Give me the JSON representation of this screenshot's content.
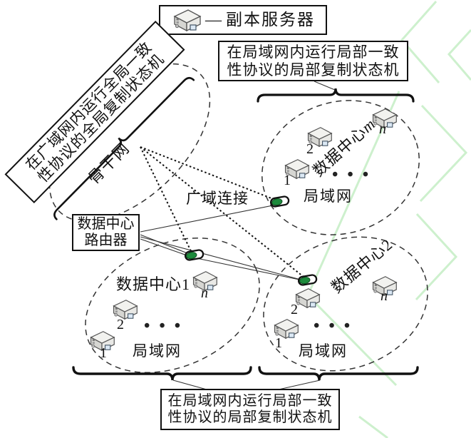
{
  "legend": {
    "dash": "—",
    "label": "副本服务器",
    "icon": "server-icon"
  },
  "boxes": {
    "lan_box_top": {
      "line1": "在局域网内运行局部一致",
      "line2": "性协议的局部复制状态机"
    },
    "lan_box_bottom": {
      "line1": "在局域网内运行局部一致",
      "line2": "性协议的局部复制状态机"
    },
    "wan_box": {
      "line1": "在广域网内运行全局一致",
      "line2": "性协议的全局复制状态机"
    },
    "router_box": {
      "line1": "数据中心",
      "line2": "路由器"
    }
  },
  "labels": {
    "backbone": "骨干网",
    "wan_link": "广域连接",
    "lan": "局域网",
    "dots": "•••",
    "dc_title_prefix": "数据中心",
    "dc_m_suffix": "m",
    "dc1_suffix": "1",
    "dc2_suffix": "2",
    "server_1": "1",
    "server_2": "2",
    "server_n": "n"
  },
  "colors": {
    "line": "#333333",
    "box_border": "#111111",
    "router_green": "#1d8a3c",
    "background_pattern_green": "#cdf0cd",
    "server_gray": "#e9e9e6"
  }
}
